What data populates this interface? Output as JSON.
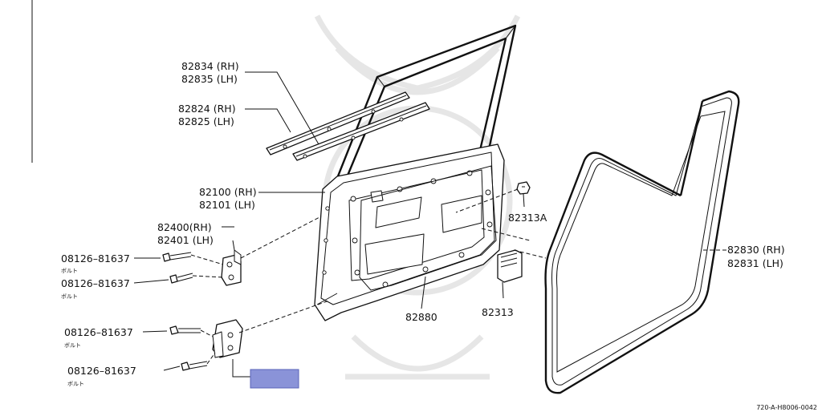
{
  "labels": {
    "run_channel_outer": {
      "rh": "82834 (RH)",
      "lh": "82835 (LH)"
    },
    "run_channel_inner": {
      "rh": "82824 (RH)",
      "lh": "82825 (LH)"
    },
    "door_panel": {
      "rh": "82100 (RH)",
      "lh": "82101 (LH)"
    },
    "hinge_upper": {
      "rh": "82400(RH)",
      "lh": "82401 (LH)"
    },
    "door_weatherstrip": {
      "rh": "82830 (RH)",
      "lh": "82831 (LH)"
    },
    "clip": "82313A",
    "grommet": "82313",
    "hole_cover": "82880",
    "bolts": [
      {
        "part": "08126–81637",
        "note": "ボルト"
      },
      {
        "part": "08126–81637",
        "note": "ボルト"
      },
      {
        "part": "08126–81637",
        "note": "ボルト"
      },
      {
        "part": "08126–81637",
        "note": "ボルト"
      }
    ]
  },
  "footer_code": "720-A-H8006-0042",
  "highlight_color": "#8a93d8"
}
